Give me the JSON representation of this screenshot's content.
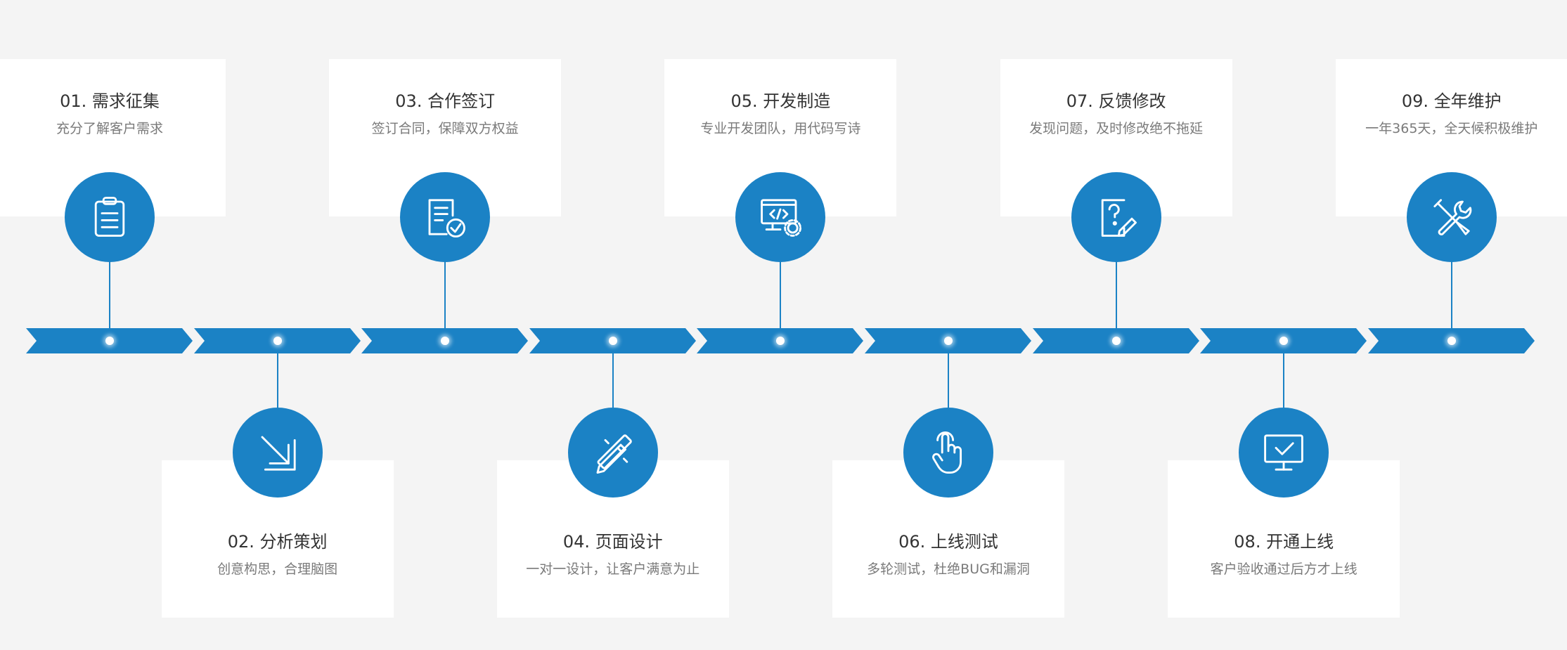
{
  "accent_color": "#1b82c5",
  "steps": [
    {
      "title": "01. 需求征集",
      "desc": "充分了解客户需求",
      "icon": "clipboard-icon"
    },
    {
      "title": "02. 分析策划",
      "desc": "创意构思，合理脑图",
      "icon": "arrow-down-right-icon"
    },
    {
      "title": "03. 合作签订",
      "desc": "签订合同，保障双方权益",
      "icon": "contract-check-icon"
    },
    {
      "title": "04. 页面设计",
      "desc": "一对一设计，让客户满意为止",
      "icon": "pencil-ruler-icon"
    },
    {
      "title": "05. 开发制造",
      "desc": "专业开发团队，用代码写诗",
      "icon": "code-monitor-gear-icon"
    },
    {
      "title": "06. 上线测试",
      "desc": "多轮测试，杜绝BUG和漏洞",
      "icon": "hand-pointer-icon"
    },
    {
      "title": "07. 反馈修改",
      "desc": "发现问题，及时修改绝不拖延",
      "icon": "question-edit-icon"
    },
    {
      "title": "08. 开通上线",
      "desc": "客户验收通过后方才上线",
      "icon": "monitor-check-icon"
    },
    {
      "title": "09. 全年维护",
      "desc": "一年365天，全天候积极维护",
      "icon": "tools-icon"
    }
  ]
}
